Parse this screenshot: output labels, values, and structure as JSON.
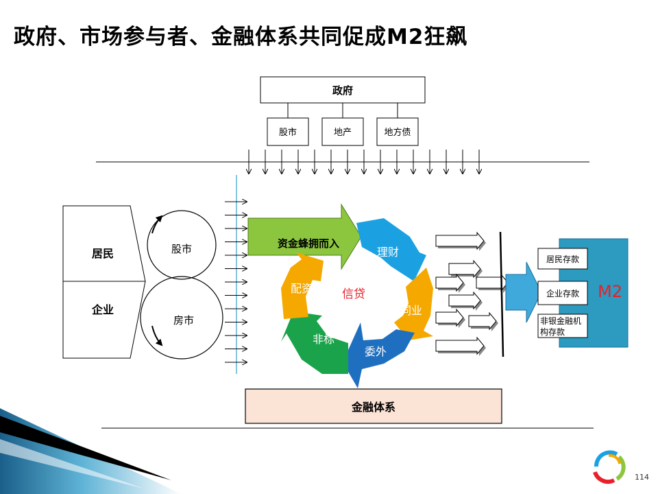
{
  "title": "政府、市场参与者、金融体系共同促成M2狂飙",
  "government": {
    "label": "政府",
    "channels": [
      "股市",
      "地产",
      "地方债"
    ]
  },
  "participants": [
    "居民",
    "企业"
  ],
  "markets": [
    "股市",
    "房市"
  ],
  "cycle": {
    "inflow_label": "资金蜂拥而入",
    "center_label": "信贷",
    "segments": [
      "理财",
      "同业",
      "委外",
      "非标",
      "配资"
    ]
  },
  "financial_system": "金融体系",
  "m2": {
    "label": "M2",
    "components": [
      "居民存款",
      "企业存款",
      "非银金融机",
      "构存款"
    ]
  },
  "page_number": "114",
  "colors": {
    "inflow_green": "#8cc63f",
    "licai_blue": "#1ba1e2",
    "tongye_orange": "#f5a800",
    "weiwai_blue": "#1f6fc0",
    "feibiao_green": "#1aa34a",
    "peizi_orange": "#f5a800",
    "m2_box": "#2d9ac0",
    "financial_fill": "#fbe3d6",
    "center_red": "#e8202a"
  }
}
